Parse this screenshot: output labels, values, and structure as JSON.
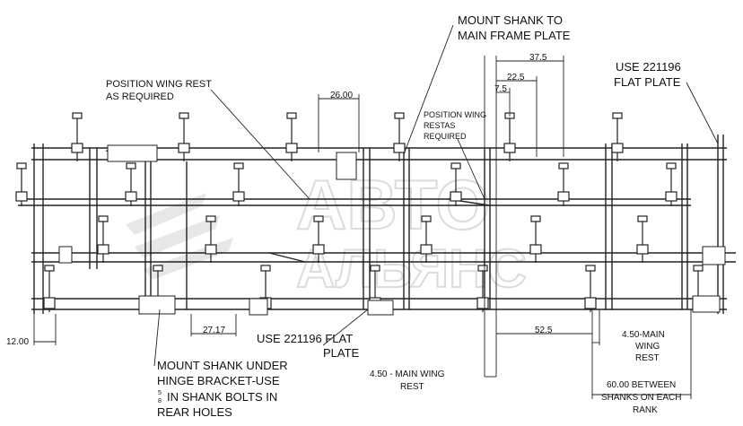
{
  "callouts": {
    "mount_shank_main_1": "MOUNT SHANK TO",
    "mount_shank_main_2": "MAIN FRAME PLATE",
    "use_flat_plate_top_1": "USE 221196",
    "use_flat_plate_top_2": "FLAT PLATE",
    "position_wing_rest_1": "POSITION WING REST",
    "position_wing_rest_2": "AS REQUIRED",
    "position_wing_rest_small_1": "POSITION WING",
    "position_wing_rest_small_2": "RESTAS",
    "position_wing_rest_small_3": "REQUIRED",
    "use_flat_plate_bottom_1": "USE 221196 FLAT",
    "use_flat_plate_bottom_2": "PLATE",
    "mount_shank_hinge_1": "MOUNT SHANK UNDER",
    "mount_shank_hinge_2": "HINGE BRACKET-USE",
    "mount_shank_hinge_3": "IN SHANK BOLTS IN",
    "mount_shank_hinge_fraction_num": "5",
    "mount_shank_hinge_fraction_den": "8",
    "mount_shank_hinge_4": "REAR HOLES",
    "main_wing_rest_left_1": "4.50 - MAIN WING",
    "main_wing_rest_left_2": "REST",
    "main_wing_rest_right_1": "4.50-MAIN",
    "main_wing_rest_right_2": "WING",
    "main_wing_rest_right_3": "REST",
    "between_shanks_1": "60.00 BETWEEN",
    "between_shanks_2": "SHANKS ON EACH",
    "between_shanks_3": "RANK"
  },
  "dimensions": {
    "d_37_5": "37.5",
    "d_22_5": "22.5",
    "d_7_5": "7.5",
    "d_26_00": "26.00",
    "d_27_17": "27.17",
    "d_12_00": "12.00",
    "d_52_5": "52.5"
  },
  "watermark": {
    "line1": "АВТО",
    "line2": "АЛЬЯНС"
  }
}
